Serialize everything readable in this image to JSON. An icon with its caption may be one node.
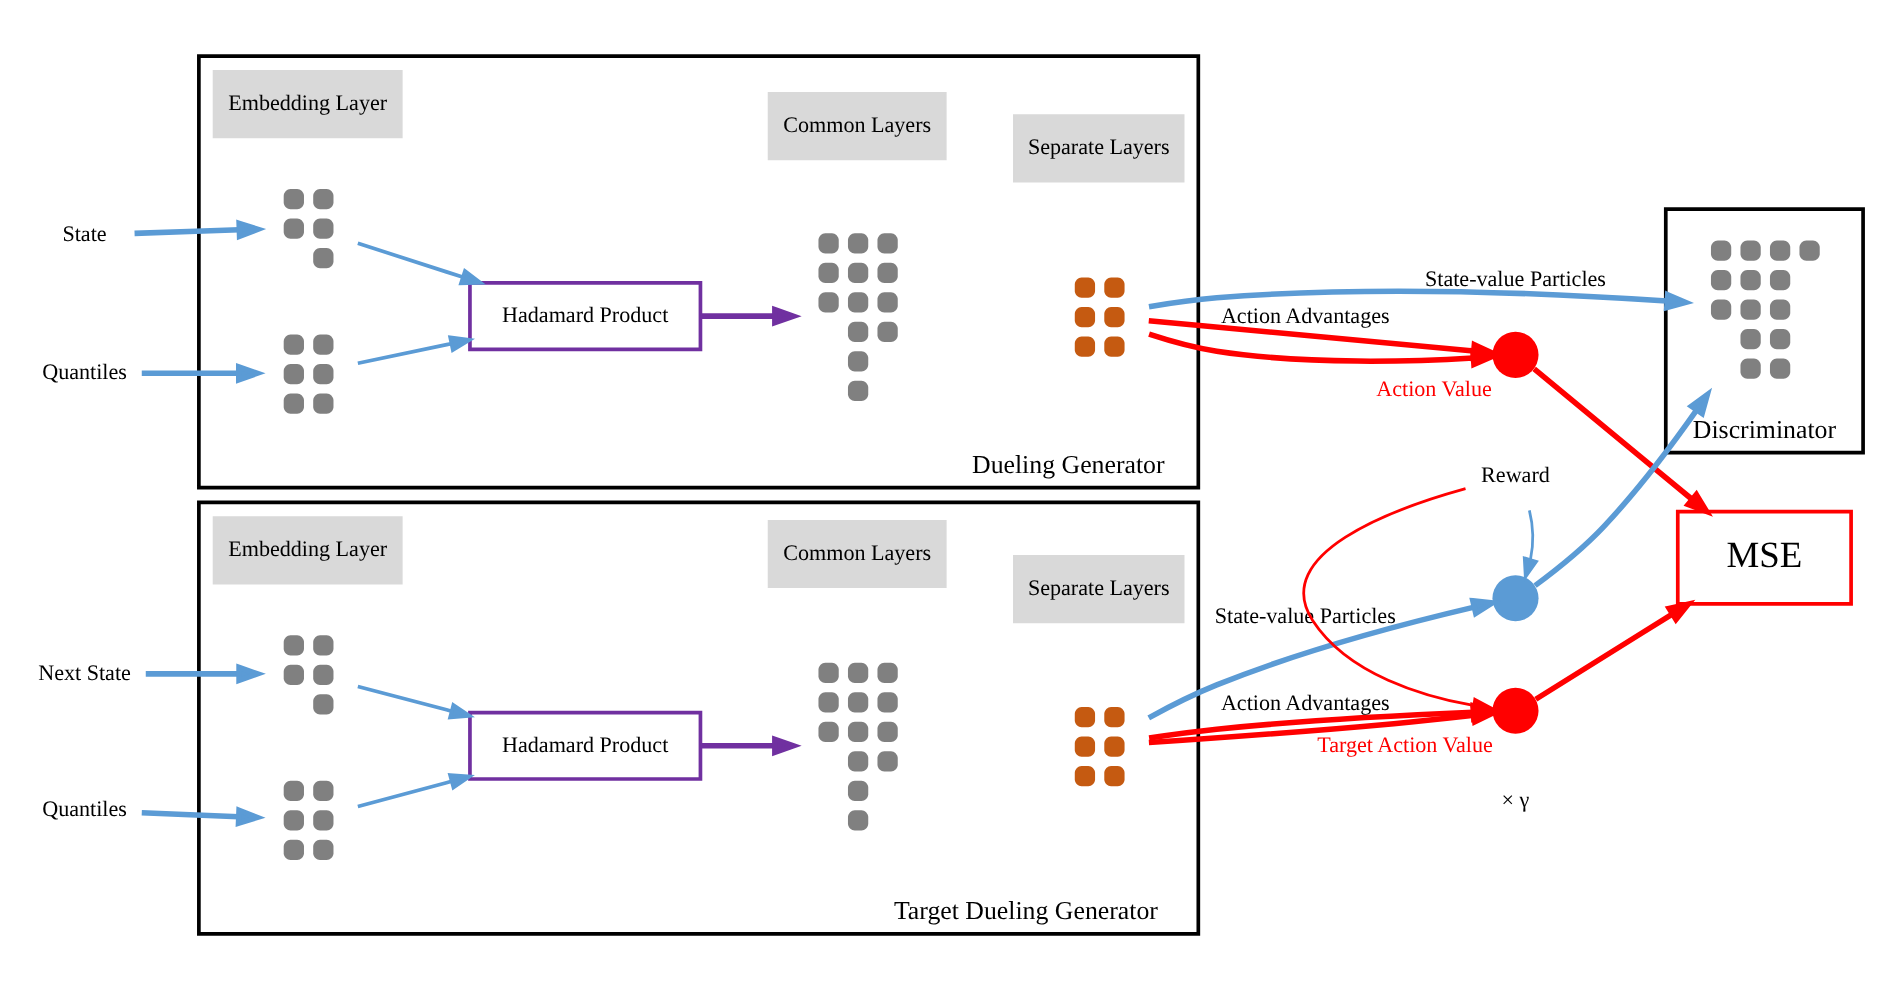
{
  "diagram": {
    "nodes": [
      {
        "text": [
          "Dueling Generator"
        ]
      },
      {
        "text": [
          "Embedding Layer"
        ],
        "in": 0
      },
      {
        "text": [
          "Common Layers"
        ],
        "in": 0
      },
      {
        "text": [
          "Separate Layers"
        ],
        "in": 0
      },
      {
        "text": [],
        "shape": "picture",
        "in": 0
      },
      {
        "text": [],
        "shape": "picture",
        "in": 0
      },
      {
        "text": [
          "Hadamard Product"
        ],
        "in": 0
      },
      {
        "text": [],
        "shape": "picture",
        "in": 0
      },
      {
        "text": [],
        "shape": "picture",
        "in": 0
      },
      {
        "text": [
          "Target Dueling Generator"
        ]
      },
      {
        "text": [
          "Embedding Layer"
        ],
        "in": 9
      },
      {
        "text": [
          "Common Layers"
        ],
        "in": 9
      },
      {
        "text": [
          "Separate Layers"
        ],
        "in": 9
      },
      {
        "text": [],
        "shape": "picture",
        "in": 9
      },
      {
        "text": [],
        "shape": "picture",
        "in": 9
      },
      {
        "text": [
          "Hadamard Product"
        ],
        "in": 9
      },
      {
        "text": [],
        "shape": "picture",
        "in": 9
      },
      {
        "text": [],
        "shape": "picture",
        "in": 9
      },
      {
        "text": [
          "Discriminator"
        ]
      },
      {
        "text": [],
        "shape": "picture",
        "in": 18
      },
      {
        "text": [
          "State"
        ]
      },
      {
        "text": [
          "Quantiles"
        ]
      },
      {
        "text": [
          "Next State"
        ]
      },
      {
        "text": [
          "Quantiles"
        ]
      },
      {
        "text": [],
        "shape": "circle",
        "beside": [
          "Action Value"
        ]
      },
      {
        "text": [],
        "shape": "circle"
      },
      {
        "text": [],
        "shape": "circle",
        "beside": [
          "Target Action Value"
        ]
      },
      {
        "text": [
          "Reward"
        ]
      },
      {
        "text": [
          "MSE"
        ]
      }
    ],
    "edges": [
      {
        "from": 20,
        "to": 4,
        "arrow": "to"
      },
      {
        "from": 21,
        "to": 5,
        "arrow": "to"
      },
      {
        "from": 4,
        "to": 6,
        "arrow": "to"
      },
      {
        "from": 5,
        "to": 6,
        "arrow": "to"
      },
      {
        "from": 6,
        "to": 7,
        "arrow": "to",
        "color": "#7030a0"
      },
      {
        "from": 8,
        "to": 19,
        "arrow": "to",
        "label": "State-value Particles"
      },
      {
        "from": 8,
        "to": 24,
        "arrow": "to",
        "color": "#ff0000"
      },
      {
        "from": 8,
        "to": 24,
        "arrow": "to",
        "label": "Action Advantages",
        "color": "#ff0000"
      },
      {
        "from": 24,
        "to": 28,
        "arrow": "to",
        "color": "#ff0000"
      },
      {
        "from": 22,
        "to": 13,
        "arrow": "to"
      },
      {
        "from": 23,
        "to": 14,
        "arrow": "to"
      },
      {
        "from": 13,
        "to": 15,
        "arrow": "to"
      },
      {
        "from": 14,
        "to": 15,
        "arrow": "to"
      },
      {
        "from": 15,
        "to": 16,
        "arrow": "to",
        "color": "#7030a0"
      },
      {
        "from": 17,
        "to": 25,
        "arrow": "to",
        "label": "State-value Particles"
      },
      {
        "from": 17,
        "to": 26,
        "arrow": "to",
        "color": "#ff0000"
      },
      {
        "from": 17,
        "to": 26,
        "arrow": "to",
        "label": "Action Advantages",
        "color": "#ff0000"
      },
      {
        "from": 27,
        "to": 25,
        "arrow": "to"
      },
      {
        "from": 27,
        "to": 26,
        "arrow": "to",
        "color": "#ff0000"
      },
      {
        "from": 25,
        "to": 19,
        "arrow": "to"
      },
      {
        "from": 26,
        "to": 28,
        "arrow": "to",
        "color": "#ff0000"
      }
    ],
    "labels": [
      "× γ"
    ]
  }
}
